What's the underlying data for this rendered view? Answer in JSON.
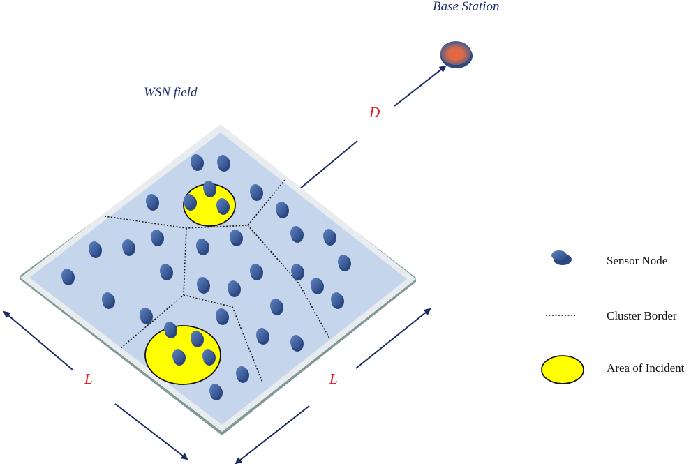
{
  "labels": {
    "base_station": "Base Station",
    "wsn_field": "WSN field",
    "distance": "D",
    "side_left": "L",
    "side_right": "L"
  },
  "legend": {
    "sensor_node": "Sensor Node",
    "cluster_border": "Cluster Border",
    "area_of_incident": "Area of Incident"
  },
  "colors": {
    "field_fill": "#c5d5ec",
    "field_border": "#e9ecef",
    "field_edge": "#7f9a96",
    "node_fill": "#3d5f9c",
    "incident_fill": "#ffff00",
    "arrow": "#1b2a63",
    "dimension_label": "#e8131b",
    "title_label": "#1f2f6e",
    "base_station_core": "#f0643a",
    "base_station_rim": "#3f5a8f"
  },
  "icons": {
    "sensor_node": "sensor-node-icon",
    "base_station": "base-station-icon"
  }
}
